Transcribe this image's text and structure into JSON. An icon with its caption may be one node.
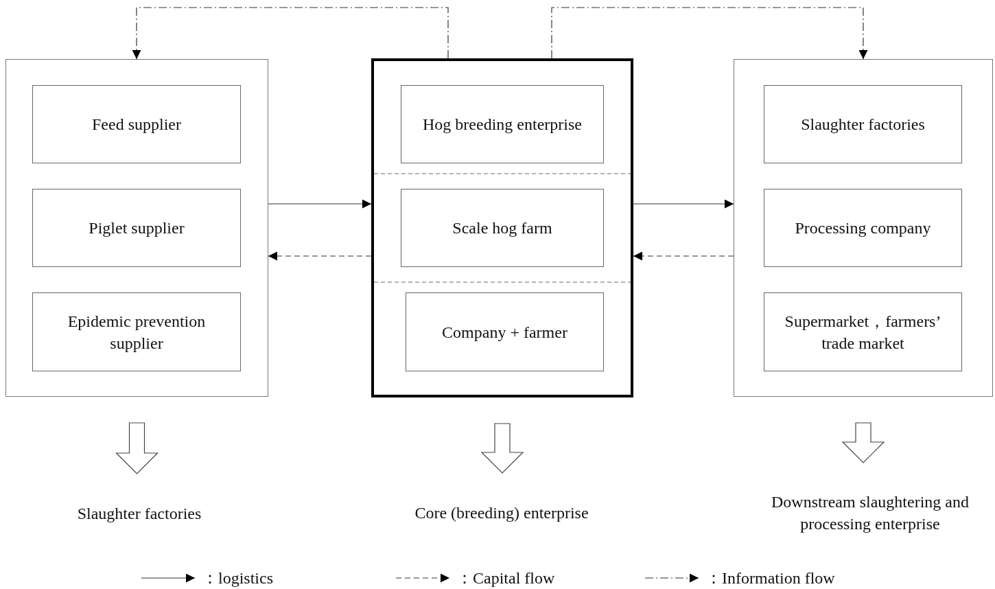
{
  "diagram": {
    "nodes": [
      {
        "text": [],
        "shape": "box"
      },
      {
        "text": [
          "Feed supplier"
        ],
        "in": 0
      },
      {
        "text": [
          "Piglet supplier"
        ],
        "in": 0
      },
      {
        "text": [
          "Epidemic prevention supplier"
        ],
        "in": 0
      },
      {
        "text": [],
        "shape": "box"
      },
      {
        "text": [
          "Hog breeding enterprise"
        ],
        "in": 4
      },
      {
        "text": [
          "Scale hog farm"
        ],
        "in": 4
      },
      {
        "text": [
          "Company + farmer"
        ],
        "in": 4
      },
      {
        "text": [],
        "shape": "box"
      },
      {
        "text": [
          "Slaughter factories"
        ],
        "in": 8
      },
      {
        "text": [
          "Processing company"
        ],
        "in": 8
      },
      {
        "text": [
          "Supermarket，farmers’ trade market"
        ],
        "in": 8
      },
      {
        "text": [
          "Slaughter factories"
        ]
      },
      {
        "text": [
          "Core (breeding) enterprise"
        ]
      },
      {
        "text": [
          "Downstream slaughtering and processing enterprise"
        ]
      }
    ],
    "edges": [
      {
        "from": 0,
        "to": 4,
        "arrow": "to"
      },
      {
        "from": 4,
        "to": 0,
        "arrow": "to",
        "style": "dashed"
      },
      {
        "from": 4,
        "to": 8,
        "arrow": "to"
      },
      {
        "from": 8,
        "to": 4,
        "arrow": "to",
        "style": "dashed"
      },
      {
        "from": 4,
        "to": 0,
        "arrow": "to",
        "style": "dashed"
      },
      {
        "from": 4,
        "to": 8,
        "arrow": "to",
        "style": "dashed"
      },
      {
        "from": 0,
        "to": 12,
        "arrow": "to",
        "style": "thick"
      },
      {
        "from": 4,
        "to": 13,
        "arrow": "to",
        "style": "thick"
      },
      {
        "from": 8,
        "to": 14,
        "arrow": "to",
        "style": "thick"
      }
    ],
    "legend": [
      {
        "text": "：logistics"
      },
      {
        "text": "：Capital flow"
      },
      {
        "text": "：Information flow"
      }
    ]
  }
}
